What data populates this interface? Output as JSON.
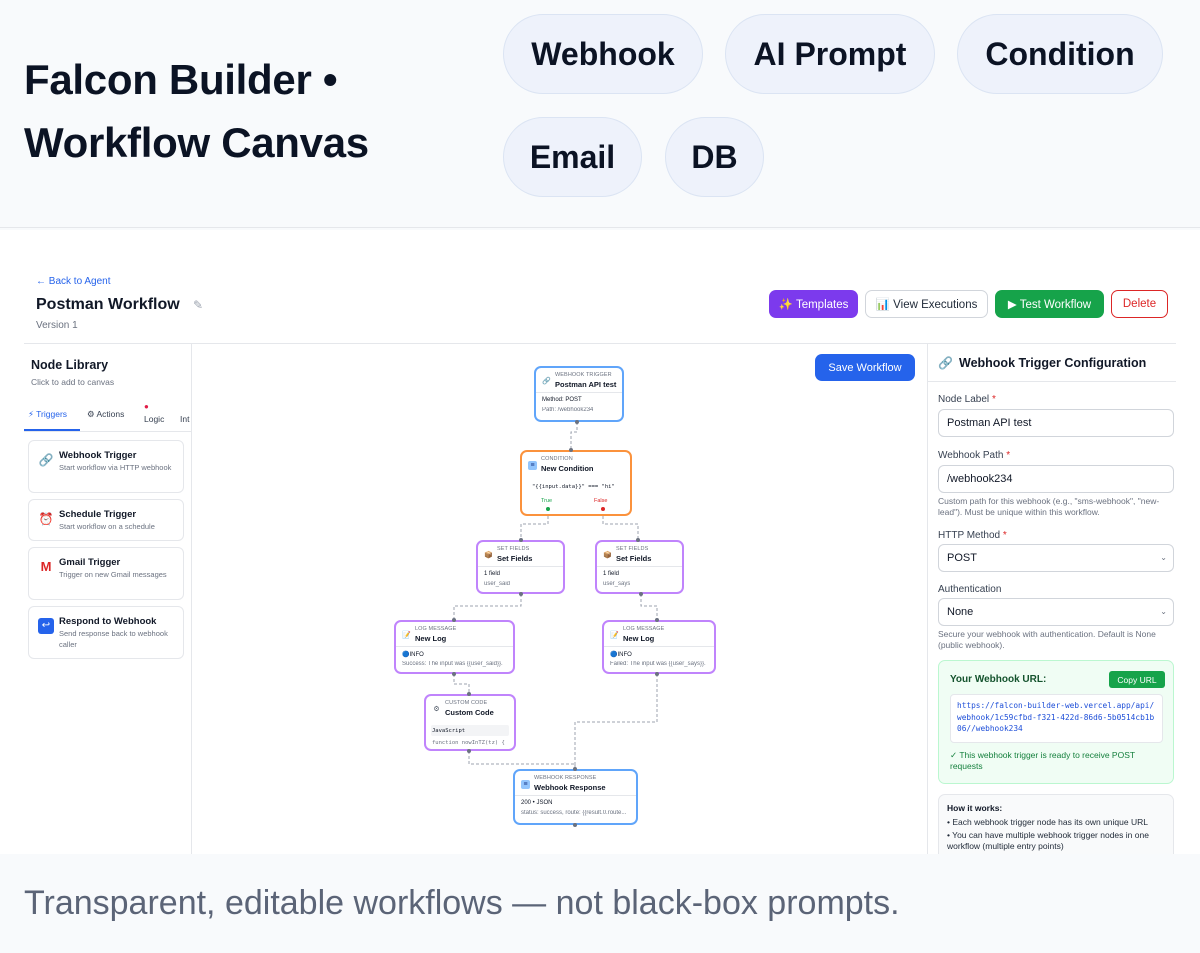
{
  "header": {
    "title": "Falcon Builder • Workflow Canvas",
    "pills": [
      "Webhook",
      "AI Prompt",
      "Condition",
      "Email",
      "DB"
    ]
  },
  "tagline": "Transparent, editable workflows — not black-box prompts.",
  "app": {
    "back_link": "← Back to Agent",
    "workflow_title": "Postman Workflow",
    "version": "Version 1",
    "toolbar": {
      "templates": "✨ Templates",
      "view_executions": "📊 View Executions",
      "test_workflow": "▶ Test Workflow",
      "delete": "Delete"
    },
    "library": {
      "title": "Node Library",
      "subtitle": "Click to add to canvas",
      "tabs": [
        "⚡ Triggers",
        "⚙ Actions",
        "Logic",
        "Int"
      ],
      "items": [
        {
          "icon": "🔗",
          "name": "Webhook Trigger",
          "desc": "Start workflow via HTTP webhook"
        },
        {
          "icon": "⏰",
          "name": "Schedule Trigger",
          "desc": "Start workflow on a schedule"
        },
        {
          "icon": "M",
          "name": "Gmail Trigger",
          "desc": "Trigger on new Gmail messages"
        },
        {
          "icon": "↩",
          "name": "Respond to Webhook",
          "desc": "Send response back to webhook caller"
        }
      ]
    },
    "canvas": {
      "save_button": "Save Workflow",
      "nodes": {
        "webhook": {
          "type": "WEBHOOK TRIGGER",
          "name": "Postman API test",
          "line1": "Method: POST",
          "line2": "Path: /webhook234"
        },
        "condition": {
          "type": "CONDITION",
          "name": "New Condition",
          "expr": "\"{{input.data}}\" === \"hi\"",
          "true_label": "True",
          "false_label": "False"
        },
        "set_left": {
          "type": "SET FIELDS",
          "name": "Set Fields",
          "line1": "1 field",
          "line2": "user_said"
        },
        "set_right": {
          "type": "SET FIELDS",
          "name": "Set Fields",
          "line1": "1 field",
          "line2": "user_says"
        },
        "log_left": {
          "type": "LOG MESSAGE",
          "name": "New Log",
          "line1": "🔵INFO",
          "line2": "Success: The input was {{user_said}}."
        },
        "log_right": {
          "type": "LOG MESSAGE",
          "name": "New Log",
          "line1": "🔵INFO",
          "line2": "Failed: The input was {{user_says}}."
        },
        "code": {
          "type": "CUSTOM CODE",
          "name": "Custom Code",
          "line1": "JavaScript",
          "line2": "function nowInTZ(tz) {"
        },
        "response": {
          "type": "WEBHOOK RESPONSE",
          "name": "Webhook Response",
          "line1": "200 • JSON",
          "line2": "status: success, route: {{result.0.route..."
        }
      }
    },
    "config": {
      "title": "Webhook Trigger Configuration",
      "node_label_label": "Node Label",
      "node_label_value": "Postman API test",
      "path_label": "Webhook Path",
      "path_value": "/webhook234",
      "path_help": "Custom path for this webhook (e.g., \"sms-webhook\", \"new-lead\"). Must be unique within this workflow.",
      "method_label": "HTTP Method",
      "method_value": "POST",
      "auth_label": "Authentication",
      "auth_value": "None",
      "auth_help": "Secure your webhook with authentication. Default is None (public webhook).",
      "url_title": "Your Webhook URL:",
      "copy_url": "Copy URL",
      "url_value": "https://falcon-builder-web.vercel.app/api/webhook/1c59cfbd-f321-422d-86d6-5b0514cb1b06//webhook234",
      "url_ok": "✓ This webhook trigger is ready to receive POST requests",
      "how_title": "How it works:",
      "how_items": [
        "• Each webhook trigger node has its own unique URL",
        "• You can have multiple webhook trigger nodes in one workflow (multiple entry points)"
      ]
    }
  },
  "colors": {
    "primary_blue": "#2563eb",
    "templates_purple": "#7c3aed",
    "test_green": "#16a34a",
    "delete_red": "#dc2626",
    "trigger_node": "#60a5fa",
    "condition_node": "#fb923c",
    "action_node": "#c084fc"
  }
}
